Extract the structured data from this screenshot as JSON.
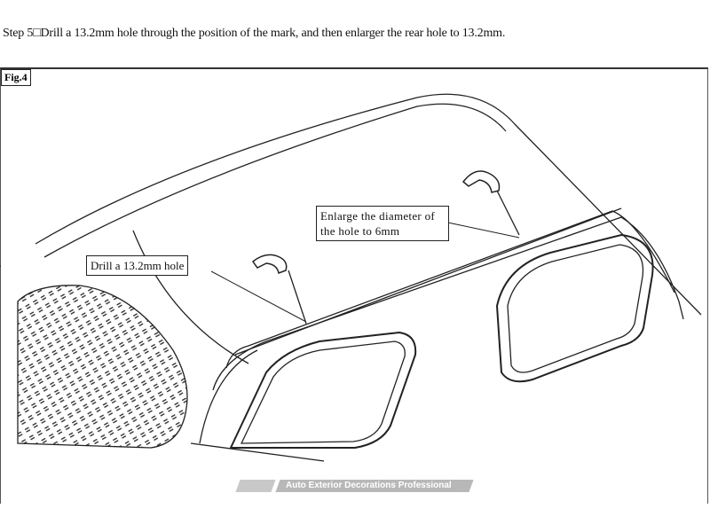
{
  "step_text": "Step 5□Drill a 13.2mm hole through the position of the mark, and then enlarger the rear hole to 13.2mm.",
  "figure_label": "Fig.4",
  "callouts": {
    "drill": "Drill a 13.2mm hole",
    "enlarge": "Enlarge the diameter of the hole to 6mm"
  },
  "watermark": "Auto Exterior Decorations Professional"
}
